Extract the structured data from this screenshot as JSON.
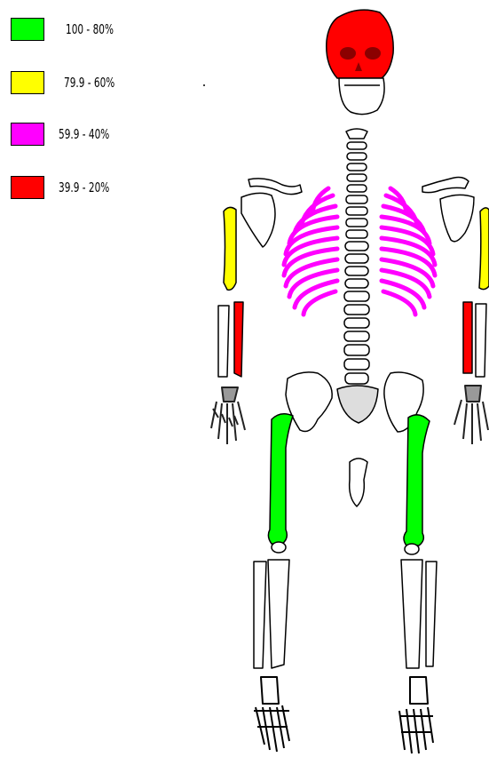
{
  "legend": [
    {
      "label": "100 - 80%",
      "color": "#00ff00"
    },
    {
      "label": "79.9 - 60%",
      "color": "#ffff00"
    },
    {
      "label": "59.9 - 40%",
      "color": "#ff00ff"
    },
    {
      "label": "39.9 - 20%",
      "color": "#ff0000"
    }
  ],
  "bone_colors": {
    "skull": "#ff0000",
    "ribs": "#ff00ff",
    "humerus": "#ffff00",
    "femur": "#00ff00",
    "radius": "#ff0000",
    "unscored": "#ffffff"
  }
}
